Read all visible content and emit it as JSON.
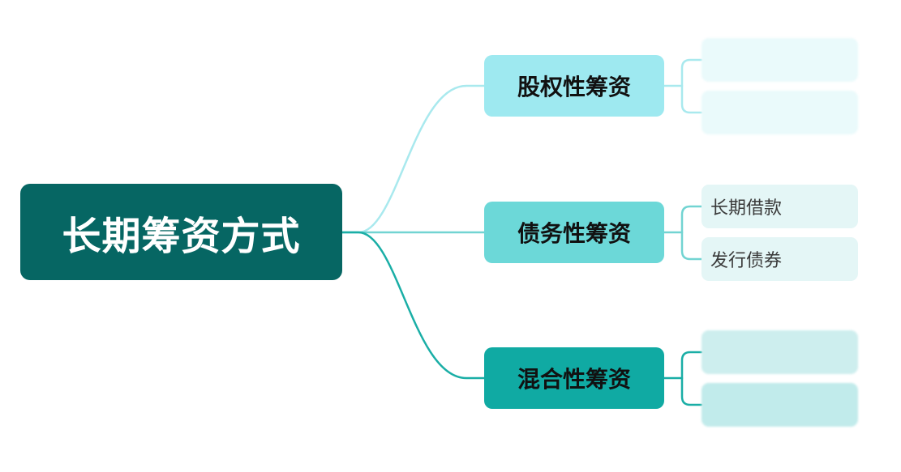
{
  "root": {
    "label": "长期筹资方式",
    "color": "#066663"
  },
  "branches": [
    {
      "label": "股权性筹资",
      "color": "#9ee9f0",
      "line_color": "#a9e9ee",
      "leaves": [
        {
          "label": "",
          "color": "#eafafb"
        },
        {
          "label": "",
          "color": "#eafafb"
        }
      ]
    },
    {
      "label": "债务性筹资",
      "color": "#6cd8d8",
      "line_color": "#72d4d2",
      "leaves": [
        {
          "label": "长期借款",
          "color": "#e4f6f6"
        },
        {
          "label": "发行债券",
          "color": "#e4f6f6"
        }
      ]
    },
    {
      "label": "混合性筹资",
      "color": "#10aaa3",
      "line_color": "#1aaea6",
      "leaves": [
        {
          "label": "",
          "color": "#cdeeee"
        },
        {
          "label": "",
          "color": "#c1ebeb"
        }
      ]
    }
  ]
}
